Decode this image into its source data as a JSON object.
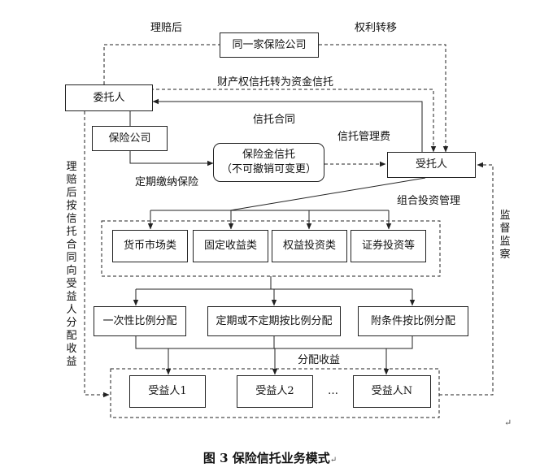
{
  "nodes": {
    "same_insurer": "同一家保险公司",
    "settlor": "委托人",
    "insurer": "保险公司",
    "fund_trust_line1": "保险金信托",
    "fund_trust_line2": "（不可撤销可变更）",
    "trustee": "受托人",
    "invest": [
      "货币市场类",
      "固定收益类",
      "权益投资类",
      "证券投资等"
    ],
    "distribute": [
      "一次性比例分配",
      "定期或不定期按比例分配",
      "附条件按比例分配"
    ],
    "beneficiaries": [
      "受益人1",
      "受益人2",
      "…",
      "受益人N"
    ]
  },
  "labels": {
    "after_claim": "理赔后",
    "rights_transfer": "权利转移",
    "property_to_fund": "财产权信托转为资金信托",
    "trust_contract": "信托合同",
    "trust_fee": "信托管理费",
    "premium": "定期缴纳保险",
    "portfolio": "组合投资管理",
    "distribute_income": "分配收益",
    "left_vertical": "理赔后按信托合同向受益人分配收益",
    "right_vertical": "监督监察",
    "para_mark_1": "↵",
    "para_mark_2": "↵"
  },
  "caption": "图 3  保险信托业务模式"
}
